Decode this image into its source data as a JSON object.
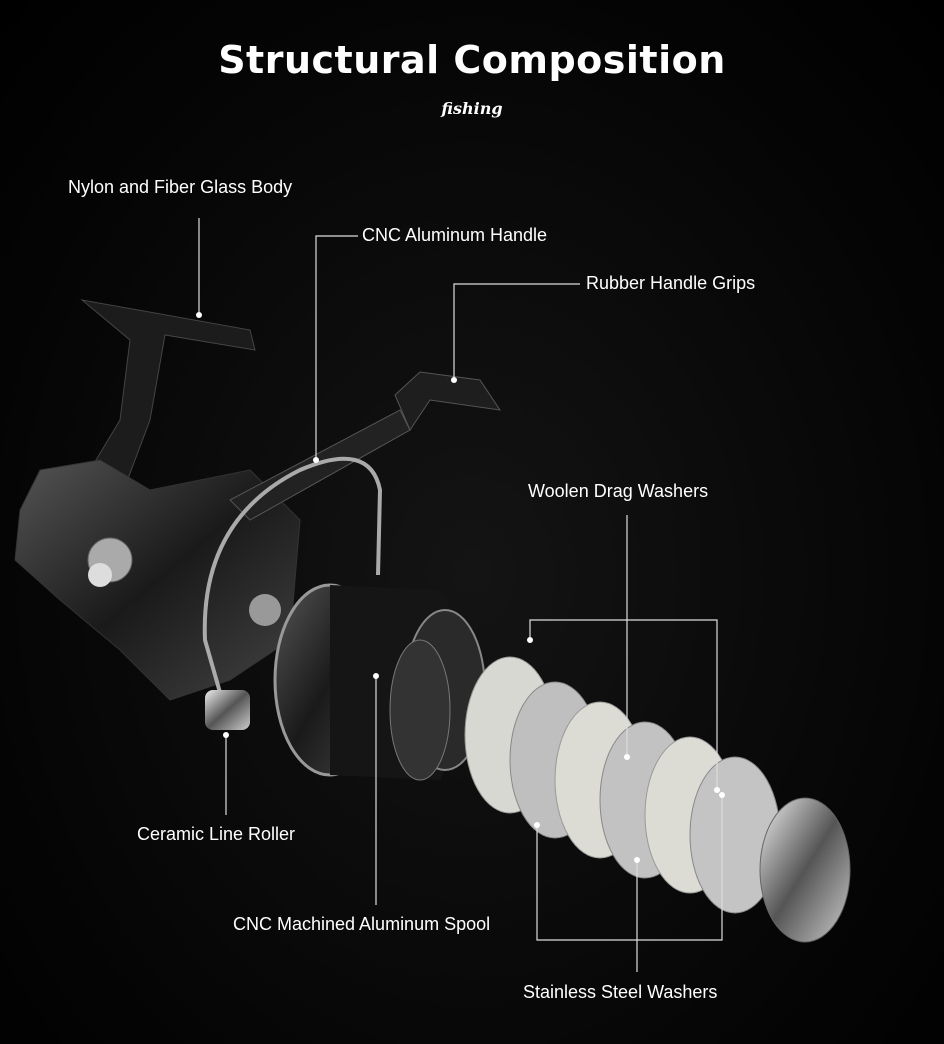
{
  "title": "Structural Composition",
  "subtitle": "fishing",
  "labels": {
    "body": "Nylon and Fiber Glass Body",
    "handle": "CNC Aluminum Handle",
    "grips": "Rubber Handle Grips",
    "drag": "Woolen Drag Washers",
    "roller": "Ceramic Line Roller",
    "spool": "CNC Machined Aluminum Spool",
    "steel": "Stainless Steel Washers"
  }
}
